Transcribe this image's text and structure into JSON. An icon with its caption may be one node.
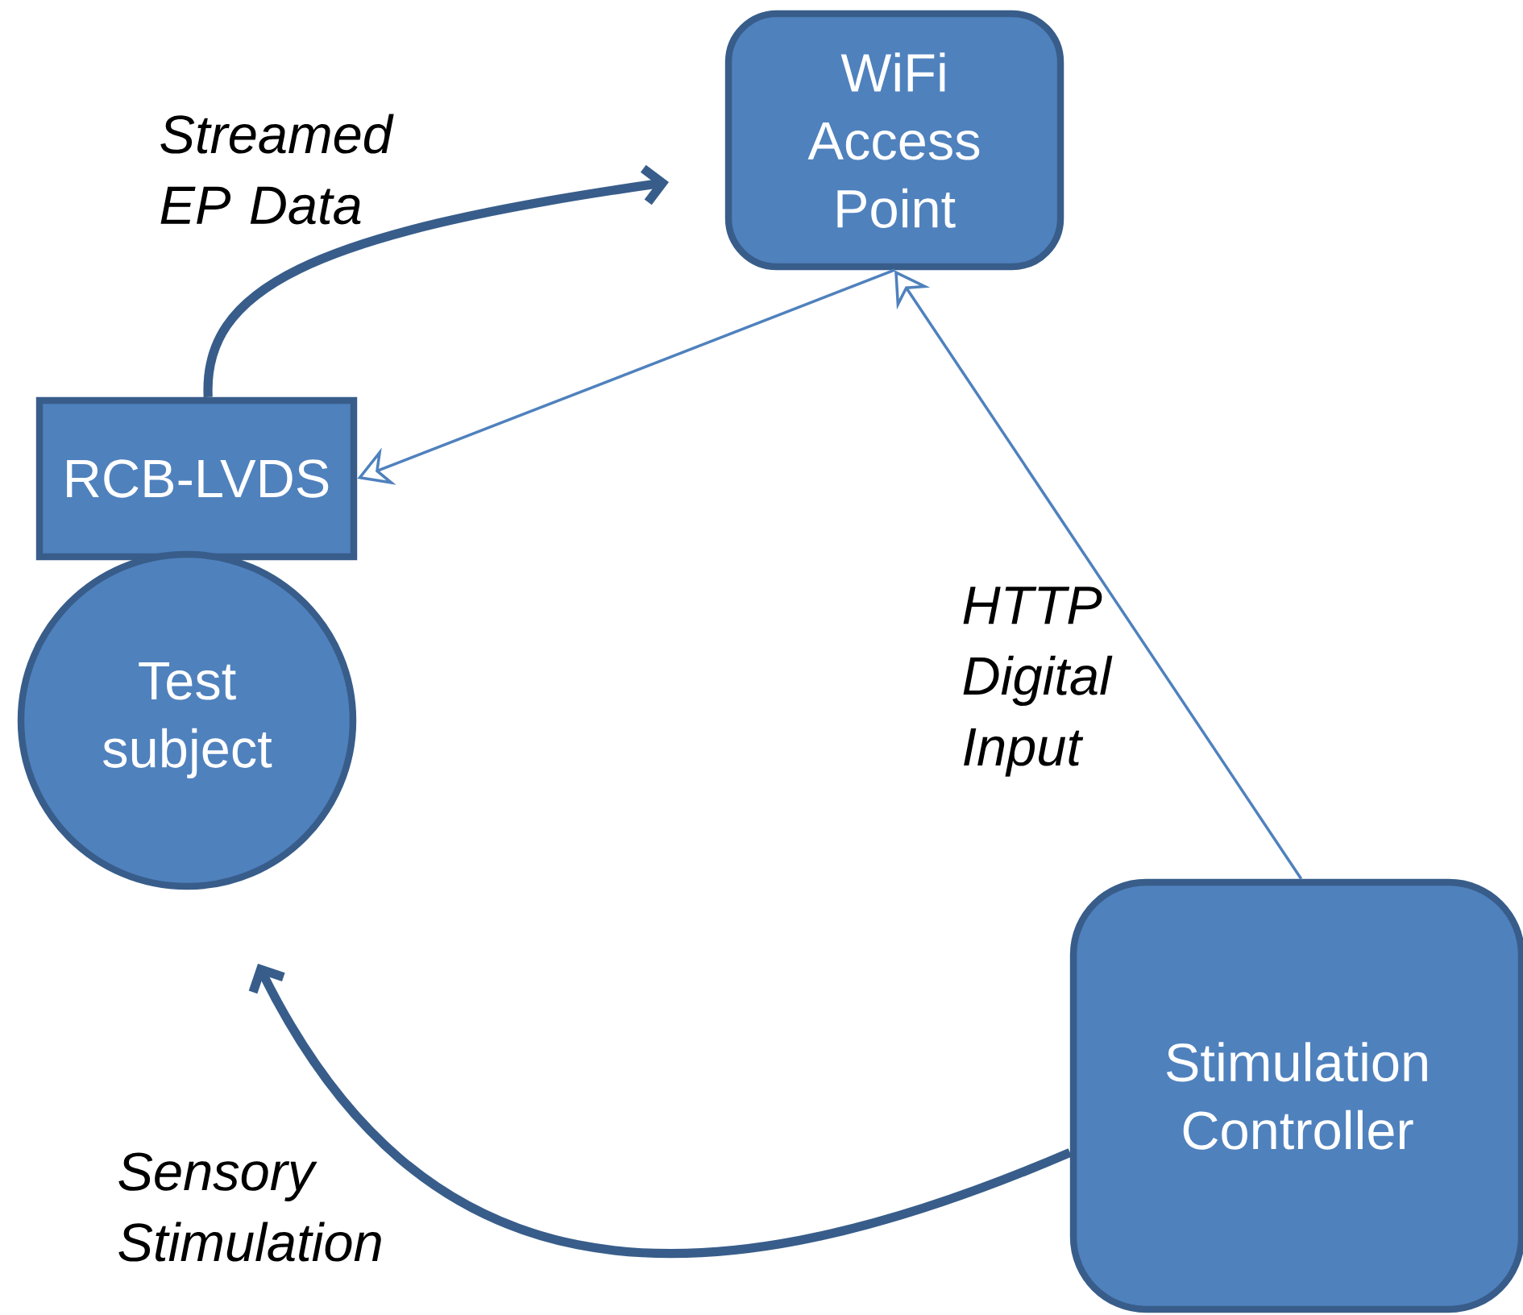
{
  "diagram": {
    "nodes": [
      {
        "text": [
          "WiFi Access Point"
        ]
      },
      {
        "text": [
          "RCB-LVDS"
        ]
      },
      {
        "text": [
          "Test subject"
        ]
      },
      {
        "text": [
          "Stimulation Controller"
        ]
      }
    ],
    "edges": [
      {
        "from": 1,
        "to": null,
        "arrow": "to",
        "label": "Streamed EP Data",
        "style": "thick",
        "color": "#385d8a"
      },
      {
        "from": 0,
        "to": 1,
        "arrow": "to"
      },
      {
        "from": 3,
        "to": 0,
        "arrow": "to",
        "label": "HTTP Digital Input"
      },
      {
        "from": 3,
        "to": null,
        "arrow": "to",
        "label": "Sensory Stimulation",
        "style": "thick",
        "color": "#385d8a"
      }
    ]
  }
}
